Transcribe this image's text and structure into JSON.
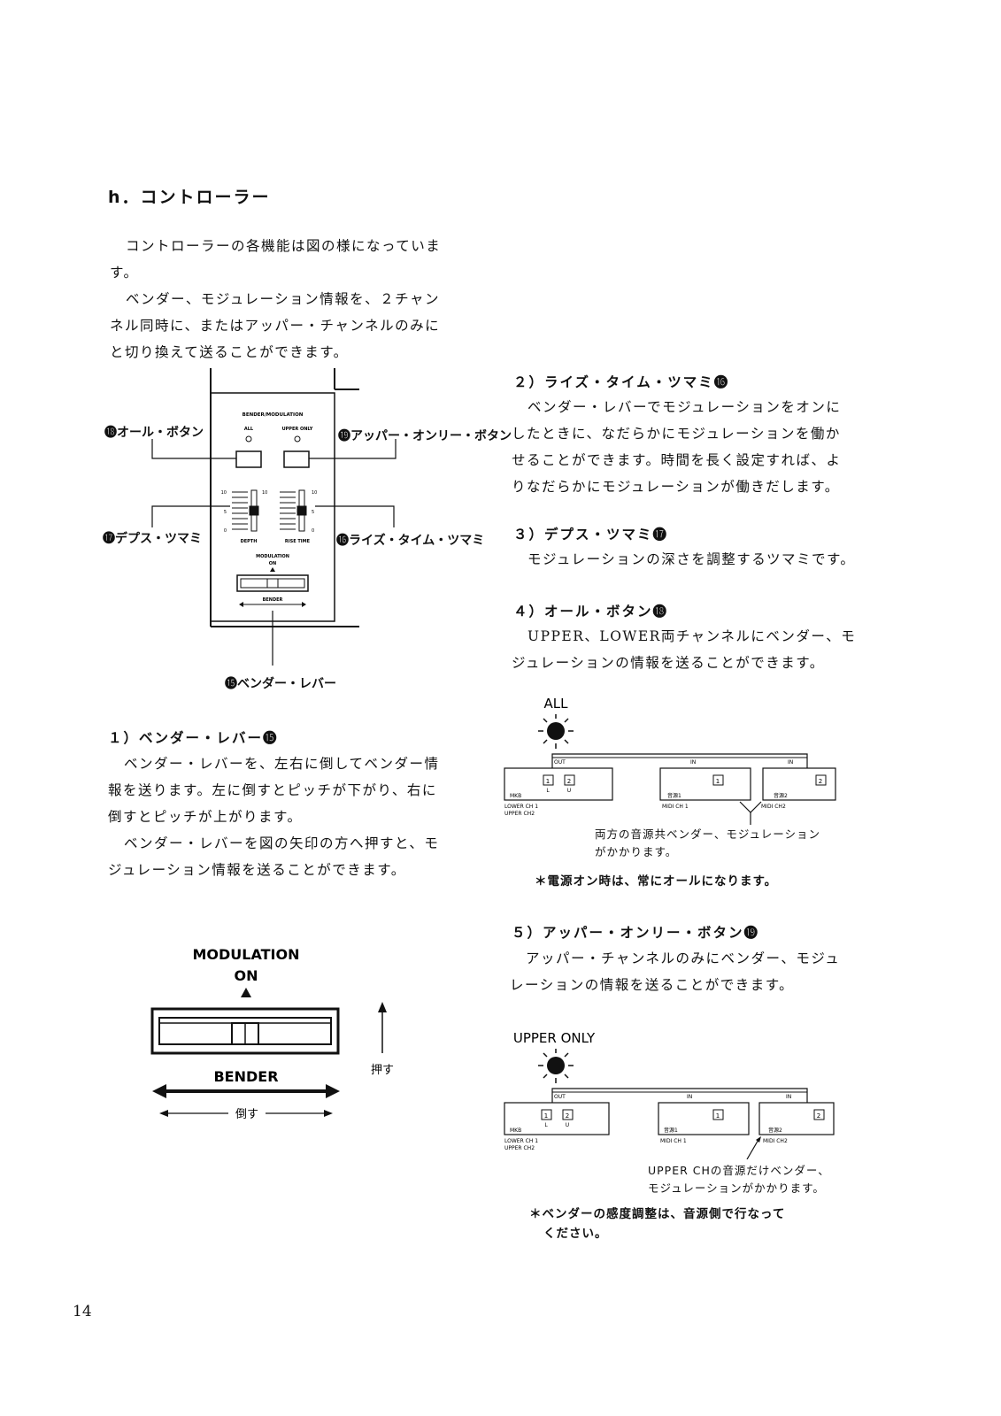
{
  "section": {
    "title": "h．コントローラー",
    "intro": [
      "コントローラーの各機能は図の様になっていま",
      "す。",
      "ベンダー、モジュレーション情報を、２チャン",
      "ネル同時に、またはアッパー・チャンネルのみに",
      "と切り換えて送ることができます。"
    ]
  },
  "panel": {
    "header": "BENDER/MODULATION",
    "all": "ALL",
    "upper_only": "UPPER ONLY",
    "depth": "DEPTH",
    "rise_time": "RISE TIME",
    "modulation": "MODULATION",
    "on": "ON",
    "bender": "BENDER",
    "scale_10": "10",
    "scale_5": "5",
    "scale_0": "0",
    "callouts": {
      "all_button": "⓲オール・ボタン",
      "upper_only_button": "⓳アッパー・オンリー・ボタン",
      "depth_knob": "⓱デプス・ツマミ",
      "rise_time_knob": "⓰ライズ・タイム・ツマミ",
      "bender_lever": "⓯ベンダー・レバー"
    }
  },
  "items": {
    "bender": {
      "heading": "１）ベンダー・レバー⓯",
      "lines": [
        "ベンダー・レバーを、左右に倒してベンダー情",
        "報を送ります。左に倒すとピッチが下がり、右に",
        "倒すとピッチが上がります。",
        "ベンダー・レバーを図の矢印の方へ押すと、モ",
        "ジュレーション情報を送ることができます。"
      ]
    },
    "rise": {
      "heading": "２）ライズ・タイム・ツマミ⓰",
      "lines": [
        "ベンダー・レバーでモジュレーションをオンに",
        "したときに、なだらかにモジュレーションを働か",
        "せることができます。時間を長く設定すれば、よ",
        "りなだらかにモジュレーションが働きだします。"
      ]
    },
    "depth": {
      "heading": "３）デプス・ツマミ⓱",
      "lines": [
        "モジュレーションの深さを調整するツマミです。"
      ]
    },
    "all": {
      "heading": "４）オール・ボタン⓲",
      "lines": [
        "UPPER、LOWER両チャンネルにベンダー、モ",
        "ジュレーションの情報を送ることができます。"
      ]
    },
    "upper": {
      "heading": "５）アッパー・オンリー・ボタン⓳",
      "lines": [
        "アッパー・チャンネルのみにベンダー、モジュ",
        "レーションの情報を送ることができます。"
      ]
    }
  },
  "lever_diagram": {
    "modulation": "MODULATION",
    "on": "ON",
    "bender": "BENDER",
    "push": "押す",
    "tilt": "倒す"
  },
  "routing_all": {
    "label": "ALL",
    "out": "OUT",
    "in": "IN",
    "mkb": "MKB",
    "l": "L",
    "u": "U",
    "one": "1",
    "two": "2",
    "src1": "音源1",
    "src2": "音源2",
    "lower_ch": "LOWER CH 1",
    "upper_ch": "UPPER CH2",
    "midi1": "MIDI CH 1",
    "midi2": "MIDI CH2",
    "caption": [
      "両方の音源共ベンダー、モジュレーション",
      "がかかります。"
    ],
    "note": "＊電源オン時は、常にオールになります。"
  },
  "routing_upper": {
    "label": "UPPER ONLY",
    "out": "OUT",
    "in": "IN",
    "mkb": "MKB",
    "l": "L",
    "u": "U",
    "one": "1",
    "two": "2",
    "src1": "音源1",
    "src2": "音源2",
    "lower_ch": "LOWER CH 1",
    "upper_ch": "UPPER CH2",
    "midi1": "MIDI CH 1",
    "midi2": "MIDI CH2",
    "caption": [
      "UPPER CHの音源だけベンダー、",
      "モジュレーションがかかります。"
    ],
    "note": [
      "＊ベンダーの感度調整は、音源側で行なって",
      "ください。"
    ]
  },
  "page_number": "14"
}
